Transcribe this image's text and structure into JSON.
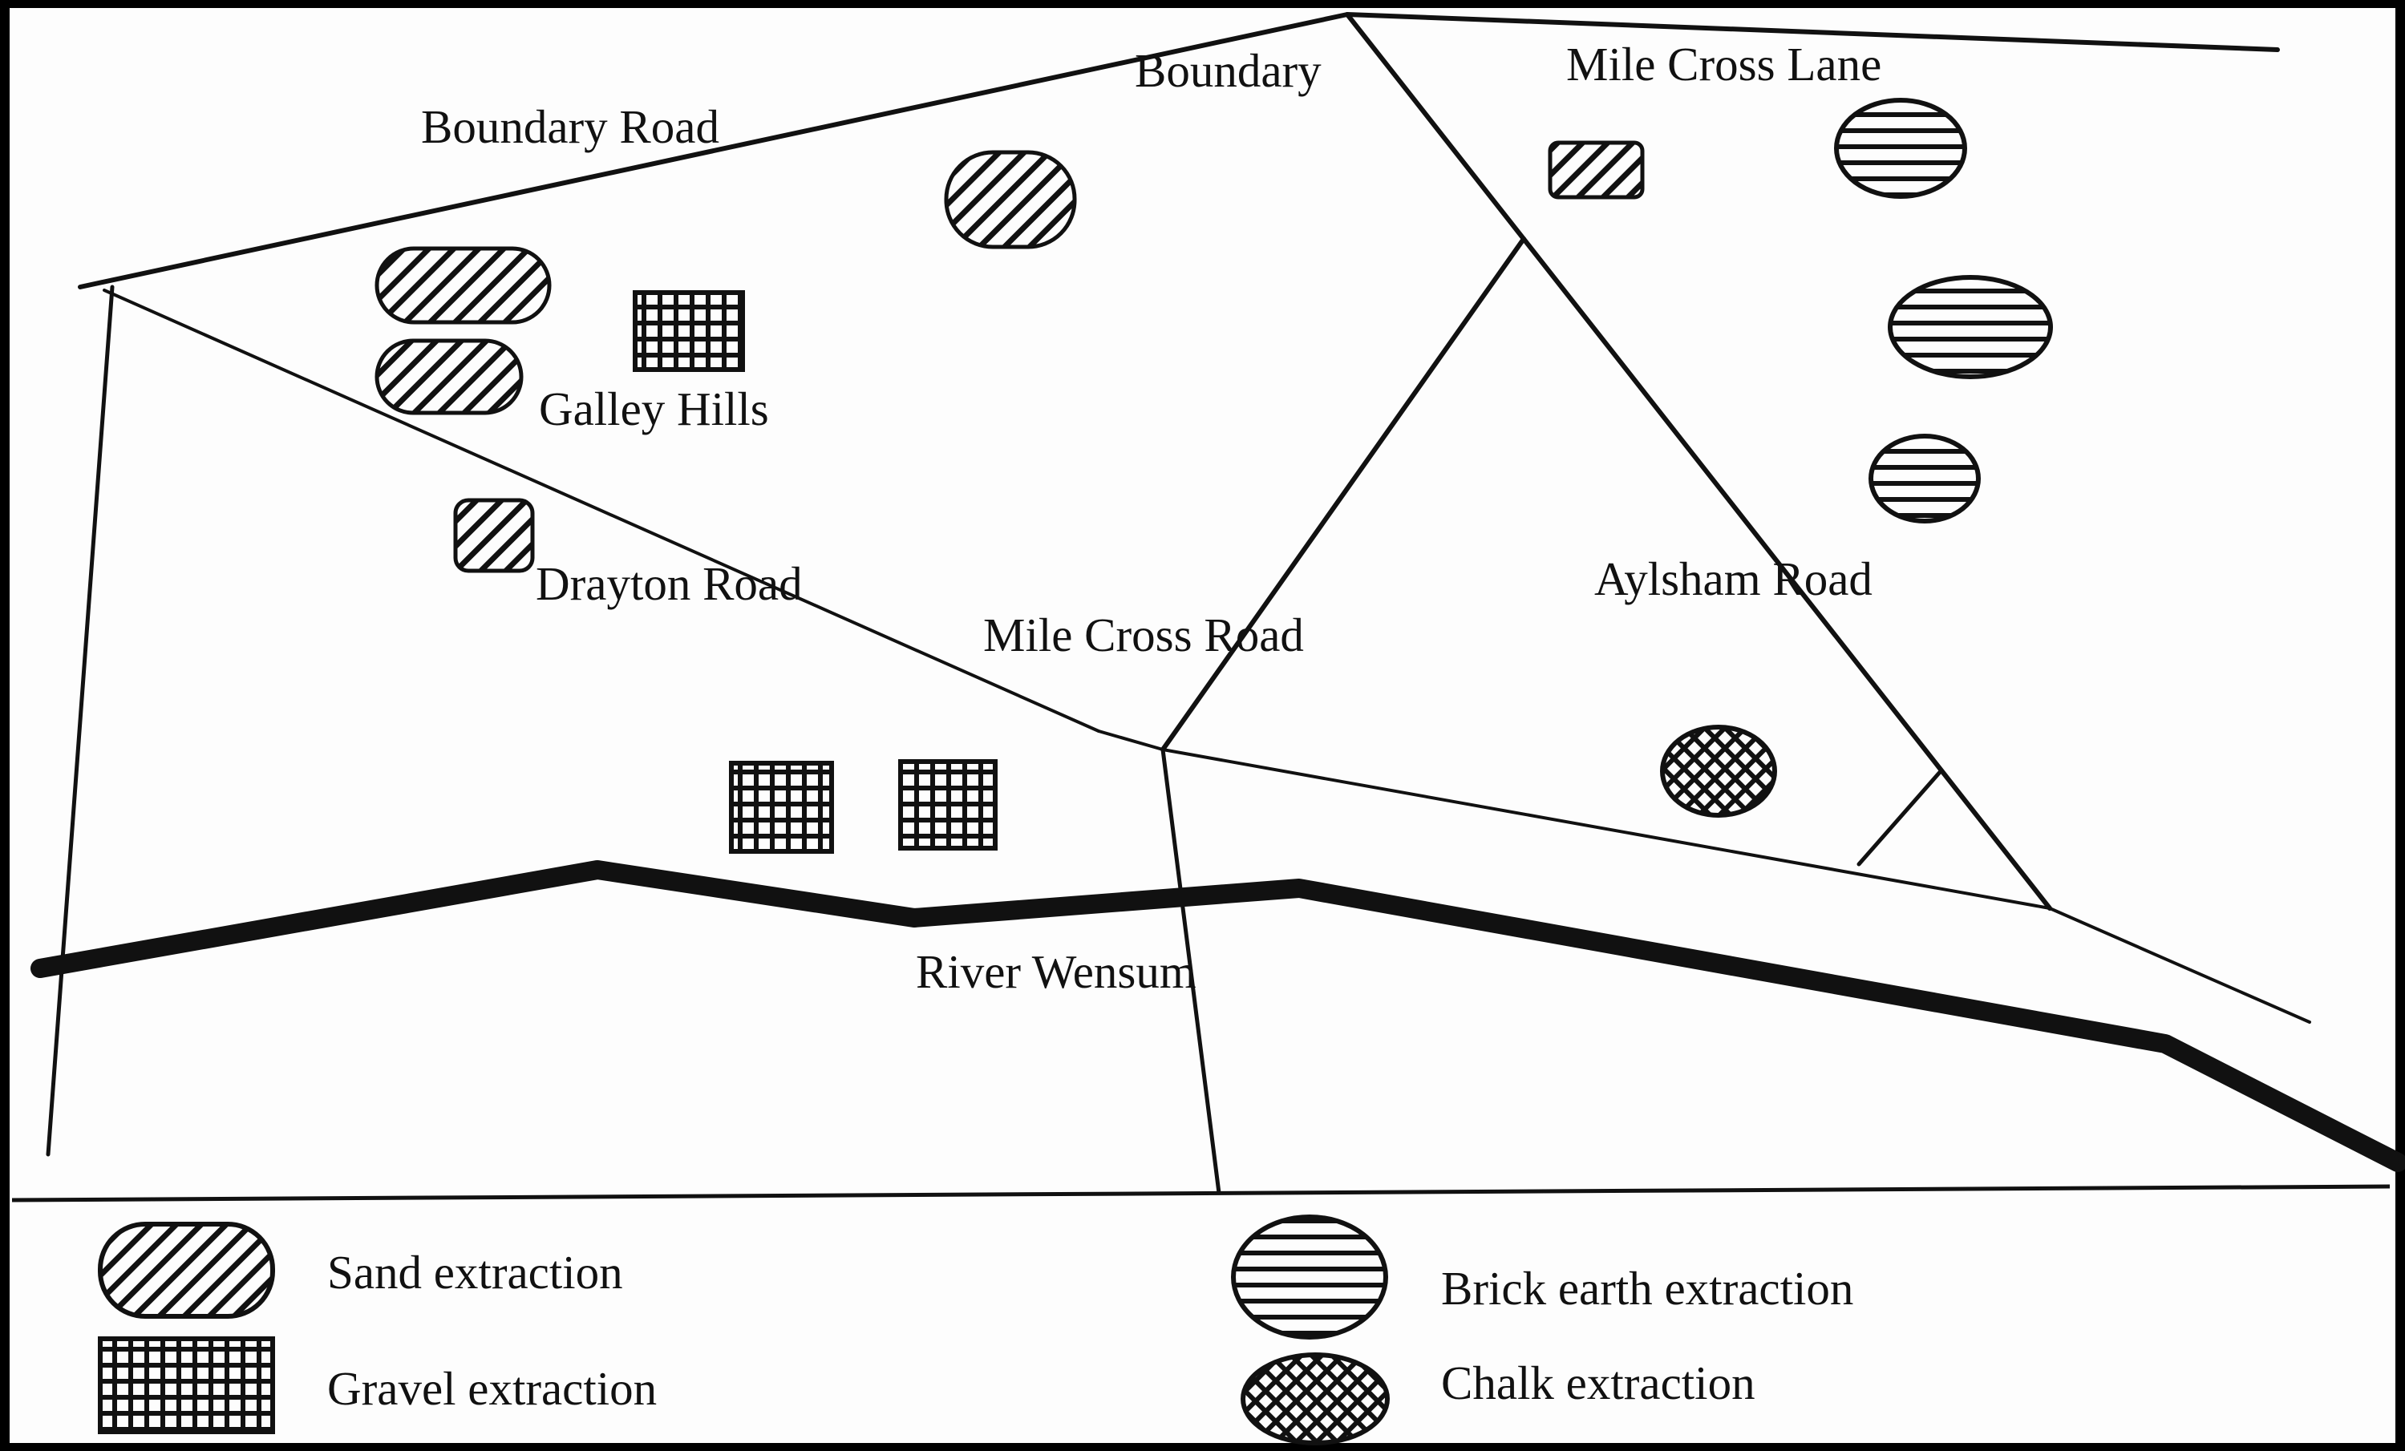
{
  "map": {
    "labels": {
      "boundary_road": "Boundary Road",
      "boundary": "Boundary",
      "mile_cross_lane": "Mile Cross Lane",
      "galley_hills": "Galley Hills",
      "drayton_road": "Drayton Road",
      "mile_cross_road": "Mile Cross Road",
      "aylsham_road": "Aylsham Road",
      "river_wensum": "River Wensum"
    }
  },
  "legend": {
    "sand": "Sand extraction",
    "gravel": "Gravel extraction",
    "brick_earth": "Brick earth extraction",
    "chalk": "Chalk extraction"
  },
  "colors": {
    "ink": "#111111",
    "paper": "#fdfdfd",
    "frame": "#000000"
  }
}
